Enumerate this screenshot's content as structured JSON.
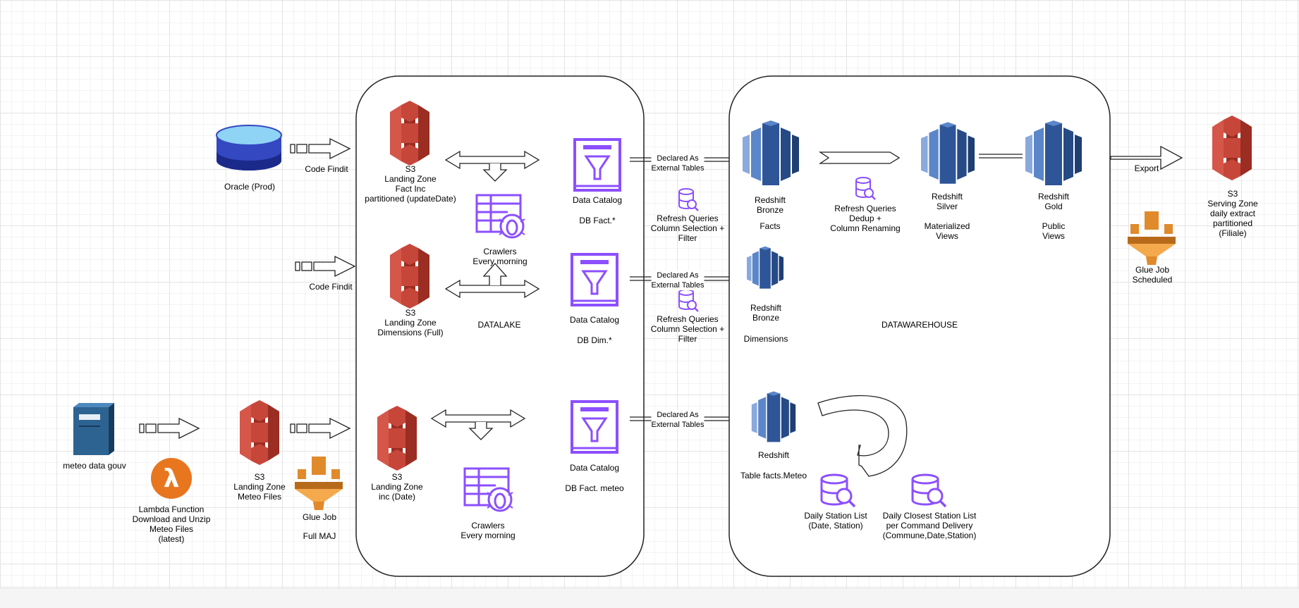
{
  "zones": {
    "datalake": "DATALAKE",
    "datawarehouse": "DATAWAREHOUSE"
  },
  "sources": {
    "oracle": "Oracle (Prod)",
    "meteo_server": "meteo data gouv"
  },
  "labels": {
    "code_findit_1": "Code Findit",
    "code_findit_2": "Code Findit",
    "lambda": "Lambda Function\nDownload and Unzip\nMeteo Files\n(latest)",
    "s3_meteo_files": "S3\nLanding Zone\nMeteo Files",
    "glue_job": "Glue Job",
    "full_maj": "Full MAJ",
    "s3_fact_inc": "S3\nLanding Zone\nFact Inc\npartitioned (updateDate)",
    "s3_dimensions": "S3\nLanding Zone\nDimensions (Full)",
    "s3_inc_date": "S3\nLanding Zone\ninc (Date)",
    "crawlers_1": "Crawlers\nEvery morning",
    "crawlers_2": "Crawlers\nEvery morning",
    "catalog_fact": "Data Catalog",
    "catalog_fact_db": "DB Fact.*",
    "catalog_dim": "Data Catalog",
    "catalog_dim_db": "DB Dim.*",
    "catalog_meteo": "Data Catalog",
    "catalog_meteo_db": "DB Fact. meteo",
    "declared_1": "Declared As\nExternal Tables",
    "declared_2": "Declared As\nExternal Tables",
    "declared_3": "Declared As\nExternal Tables",
    "refresh_1": "Refresh Queries\nColumn Selection +\nFilter",
    "refresh_2": "Refresh Queries\nColumn Selection +\nFilter",
    "redshift_bronze": "Redshift\nBronze",
    "facts": "Facts",
    "refresh_dedup": "Refresh Queries\nDedup +\nColumn Renaming",
    "redshift_silver": "Redshift\nSilver",
    "materialized_views": "Materialized\nViews",
    "redshift_gold": "Redshift\nGold",
    "public_views": "Public\nViews",
    "redshift_bronze_dim": "Redshift\nBronze",
    "dimensions": "Dimensions",
    "redshift_meteo": "Redshift",
    "table_facts_meteo": "Table facts.Meteo",
    "daily_station": "Daily Station List\n(Date, Station)",
    "daily_closest": "Daily Closest Station List\nper Command Delivery\n(Commune,Date,Station)",
    "export": "Export",
    "s3_serving": "S3\nServing Zone\ndaily extract\npartitioned (Filiale)",
    "glue_scheduled": "Glue Job\nScheduled"
  },
  "colors": {
    "s3_red": "#c7463a",
    "redshift_blue": "#3f6db5",
    "purple": "#8c4fff",
    "glue_orange": "#e08a2c",
    "lambda_orange": "#e8761f",
    "server_blue": "#2d6391"
  },
  "icons": [
    "s3-bucket-icon",
    "redshift-icon",
    "data-catalog-icon",
    "crawler-icon",
    "glue-job-icon",
    "lambda-icon",
    "database-icon",
    "server-icon",
    "query-icon"
  ]
}
